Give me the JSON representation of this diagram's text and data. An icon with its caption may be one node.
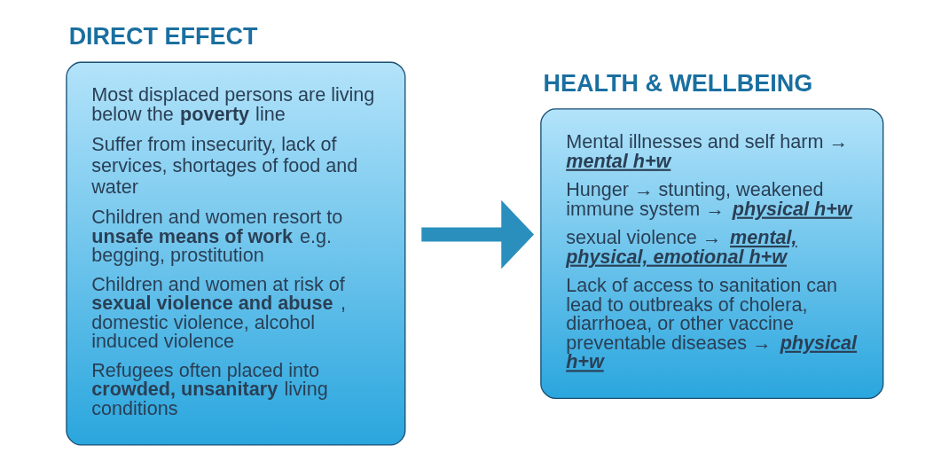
{
  "diagram": {
    "nodes": [
      {
        "text": [
          "DIRECT EFFECT",
          "Most displaced persons are living below the **poverty** line",
          "Suffer from insecurity, lack of services, shortages of food and water",
          "Children and women resort to **unsafe means of work** e.g. begging, prostitution",
          "Children and women at risk of **sexual violence and abuse**, domestic violence, alcohol induced violence",
          "Refugees often placed into **crowded, unsanitary** living conditions"
        ]
      },
      {
        "text": [
          "HEALTH & WELLBEING",
          "Mental illnesses and self harm → *mental h+w*",
          "Hunger → stunting, weakened immune system → *physical h+w*",
          "sexual violence → *mental, physical, emotional h+w*",
          "Lack of access to sanitation can lead to outbreaks of cholera, diarrhoea, or other vaccine preventable diseases → *physical h+w*"
        ]
      }
    ],
    "edges": [
      {
        "from": 0,
        "to": 1,
        "arrow": "to",
        "color": "#2a8fbd"
      }
    ]
  }
}
